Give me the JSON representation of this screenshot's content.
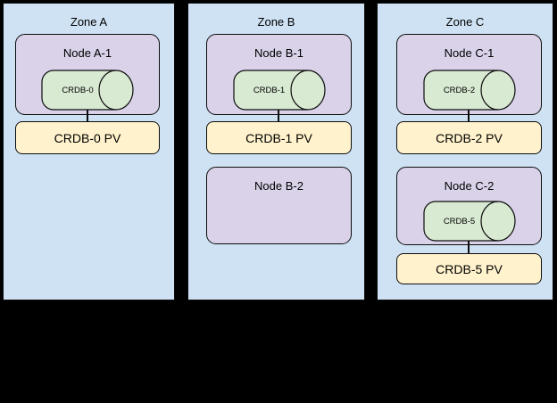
{
  "palette": {
    "background": "#000000",
    "zone_fill": "#cfe2f3",
    "node_fill": "#d9d2e9",
    "cylinder_fill": "#d9ead3",
    "pv_fill": "#fff2cc",
    "outline": "#0d0d0d",
    "text": "#000000"
  },
  "zones": [
    {
      "label": "Zone A",
      "nodes": [
        {
          "label": "Node A-1",
          "cylinder": "CRDB-0",
          "pv": "CRDB-0 PV"
        }
      ]
    },
    {
      "label": "Zone B",
      "nodes": [
        {
          "label": "Node B-1",
          "cylinder": "CRDB-1",
          "pv": "CRDB-1 PV"
        },
        {
          "label": "Node B-2"
        }
      ]
    },
    {
      "label": "Zone C",
      "nodes": [
        {
          "label": "Node C-1",
          "cylinder": "CRDB-2",
          "pv": "CRDB-2 PV"
        },
        {
          "label": "Node C-2",
          "cylinder": "CRDB-5",
          "pv": "CRDB-5 PV"
        }
      ]
    }
  ]
}
